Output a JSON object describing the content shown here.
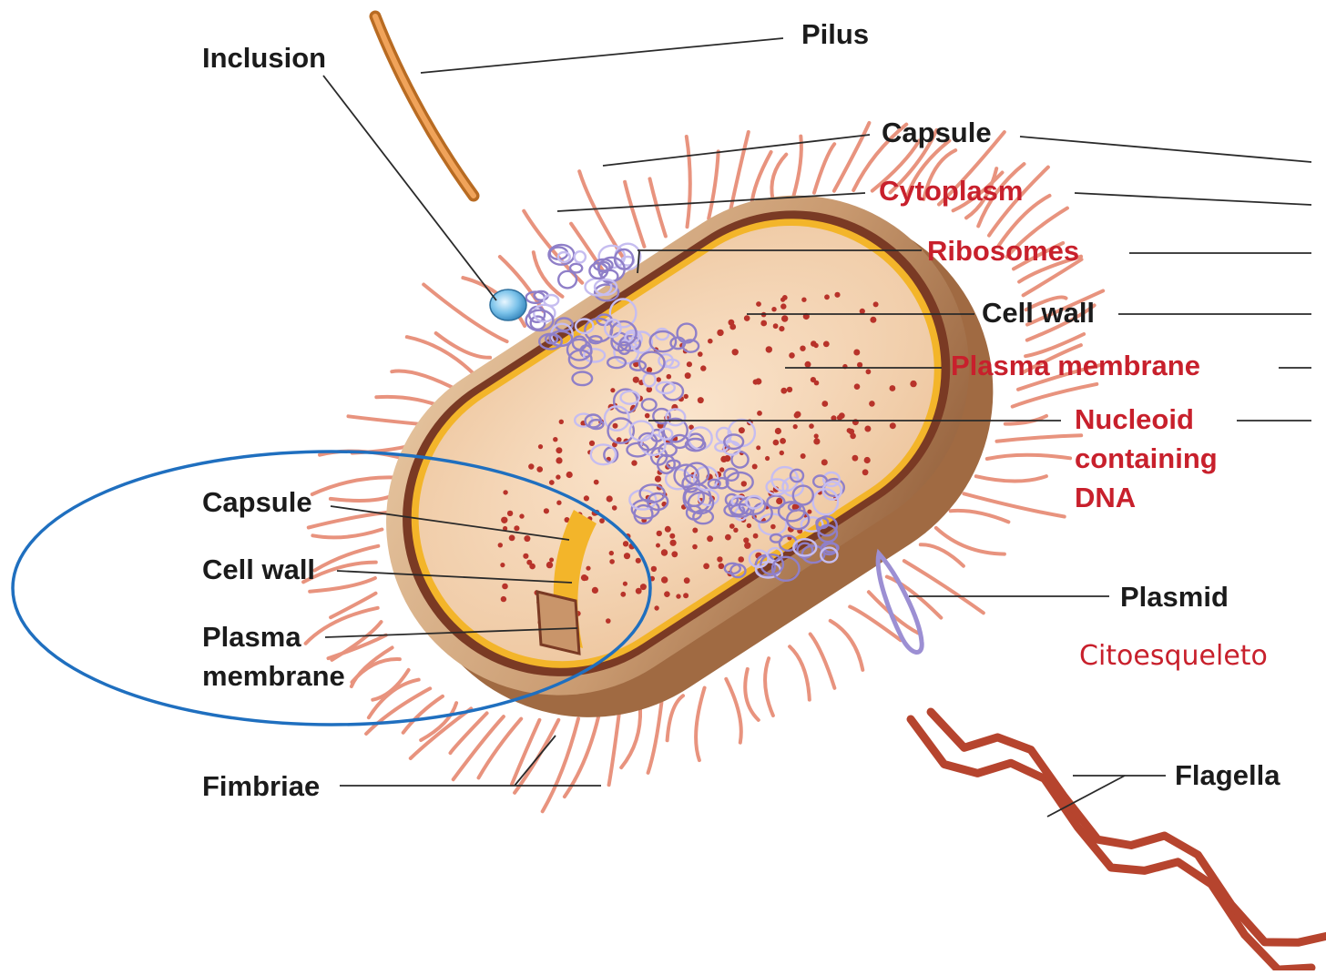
{
  "diagram": {
    "labels": {
      "pilus": "Pilus",
      "inclusion": "Inclusion",
      "capsule_top": "Capsule",
      "cytoplasm": "Cytoplasm",
      "ribosomes": "Ribosomes",
      "cell_wall_top": "Cell wall",
      "plasma_membrane_top": "Plasma membrane",
      "nucleoid_line1": "Nucleoid",
      "nucleoid_line2": "containing",
      "nucleoid_line3": "DNA",
      "capsule_left": "Capsule",
      "cell_wall_left": "Cell wall",
      "plasma_left_line1": "Plasma",
      "plasma_left_line2": "membrane",
      "plasmid": "Plasmid",
      "citoesqueleto": "Citoesqueleto",
      "fimbriae": "Fimbriae",
      "flagella": "Flagella"
    },
    "colors": {
      "label_black": "#1b1b1b",
      "label_red": "#c8202c",
      "highlight_ellipse": "#1f6fbf",
      "fimbriae": "#e8937e",
      "cytoplasm": "#f7dcc0",
      "capsule": "#d4a57c",
      "cell_wall": "#7a3a24",
      "plasma_membrane": "#f3b52a",
      "ribosome": "#b8332a",
      "nucleoid": "#8f7fc8",
      "flagella": "#b6442e",
      "pilus": "#d9822b"
    }
  }
}
